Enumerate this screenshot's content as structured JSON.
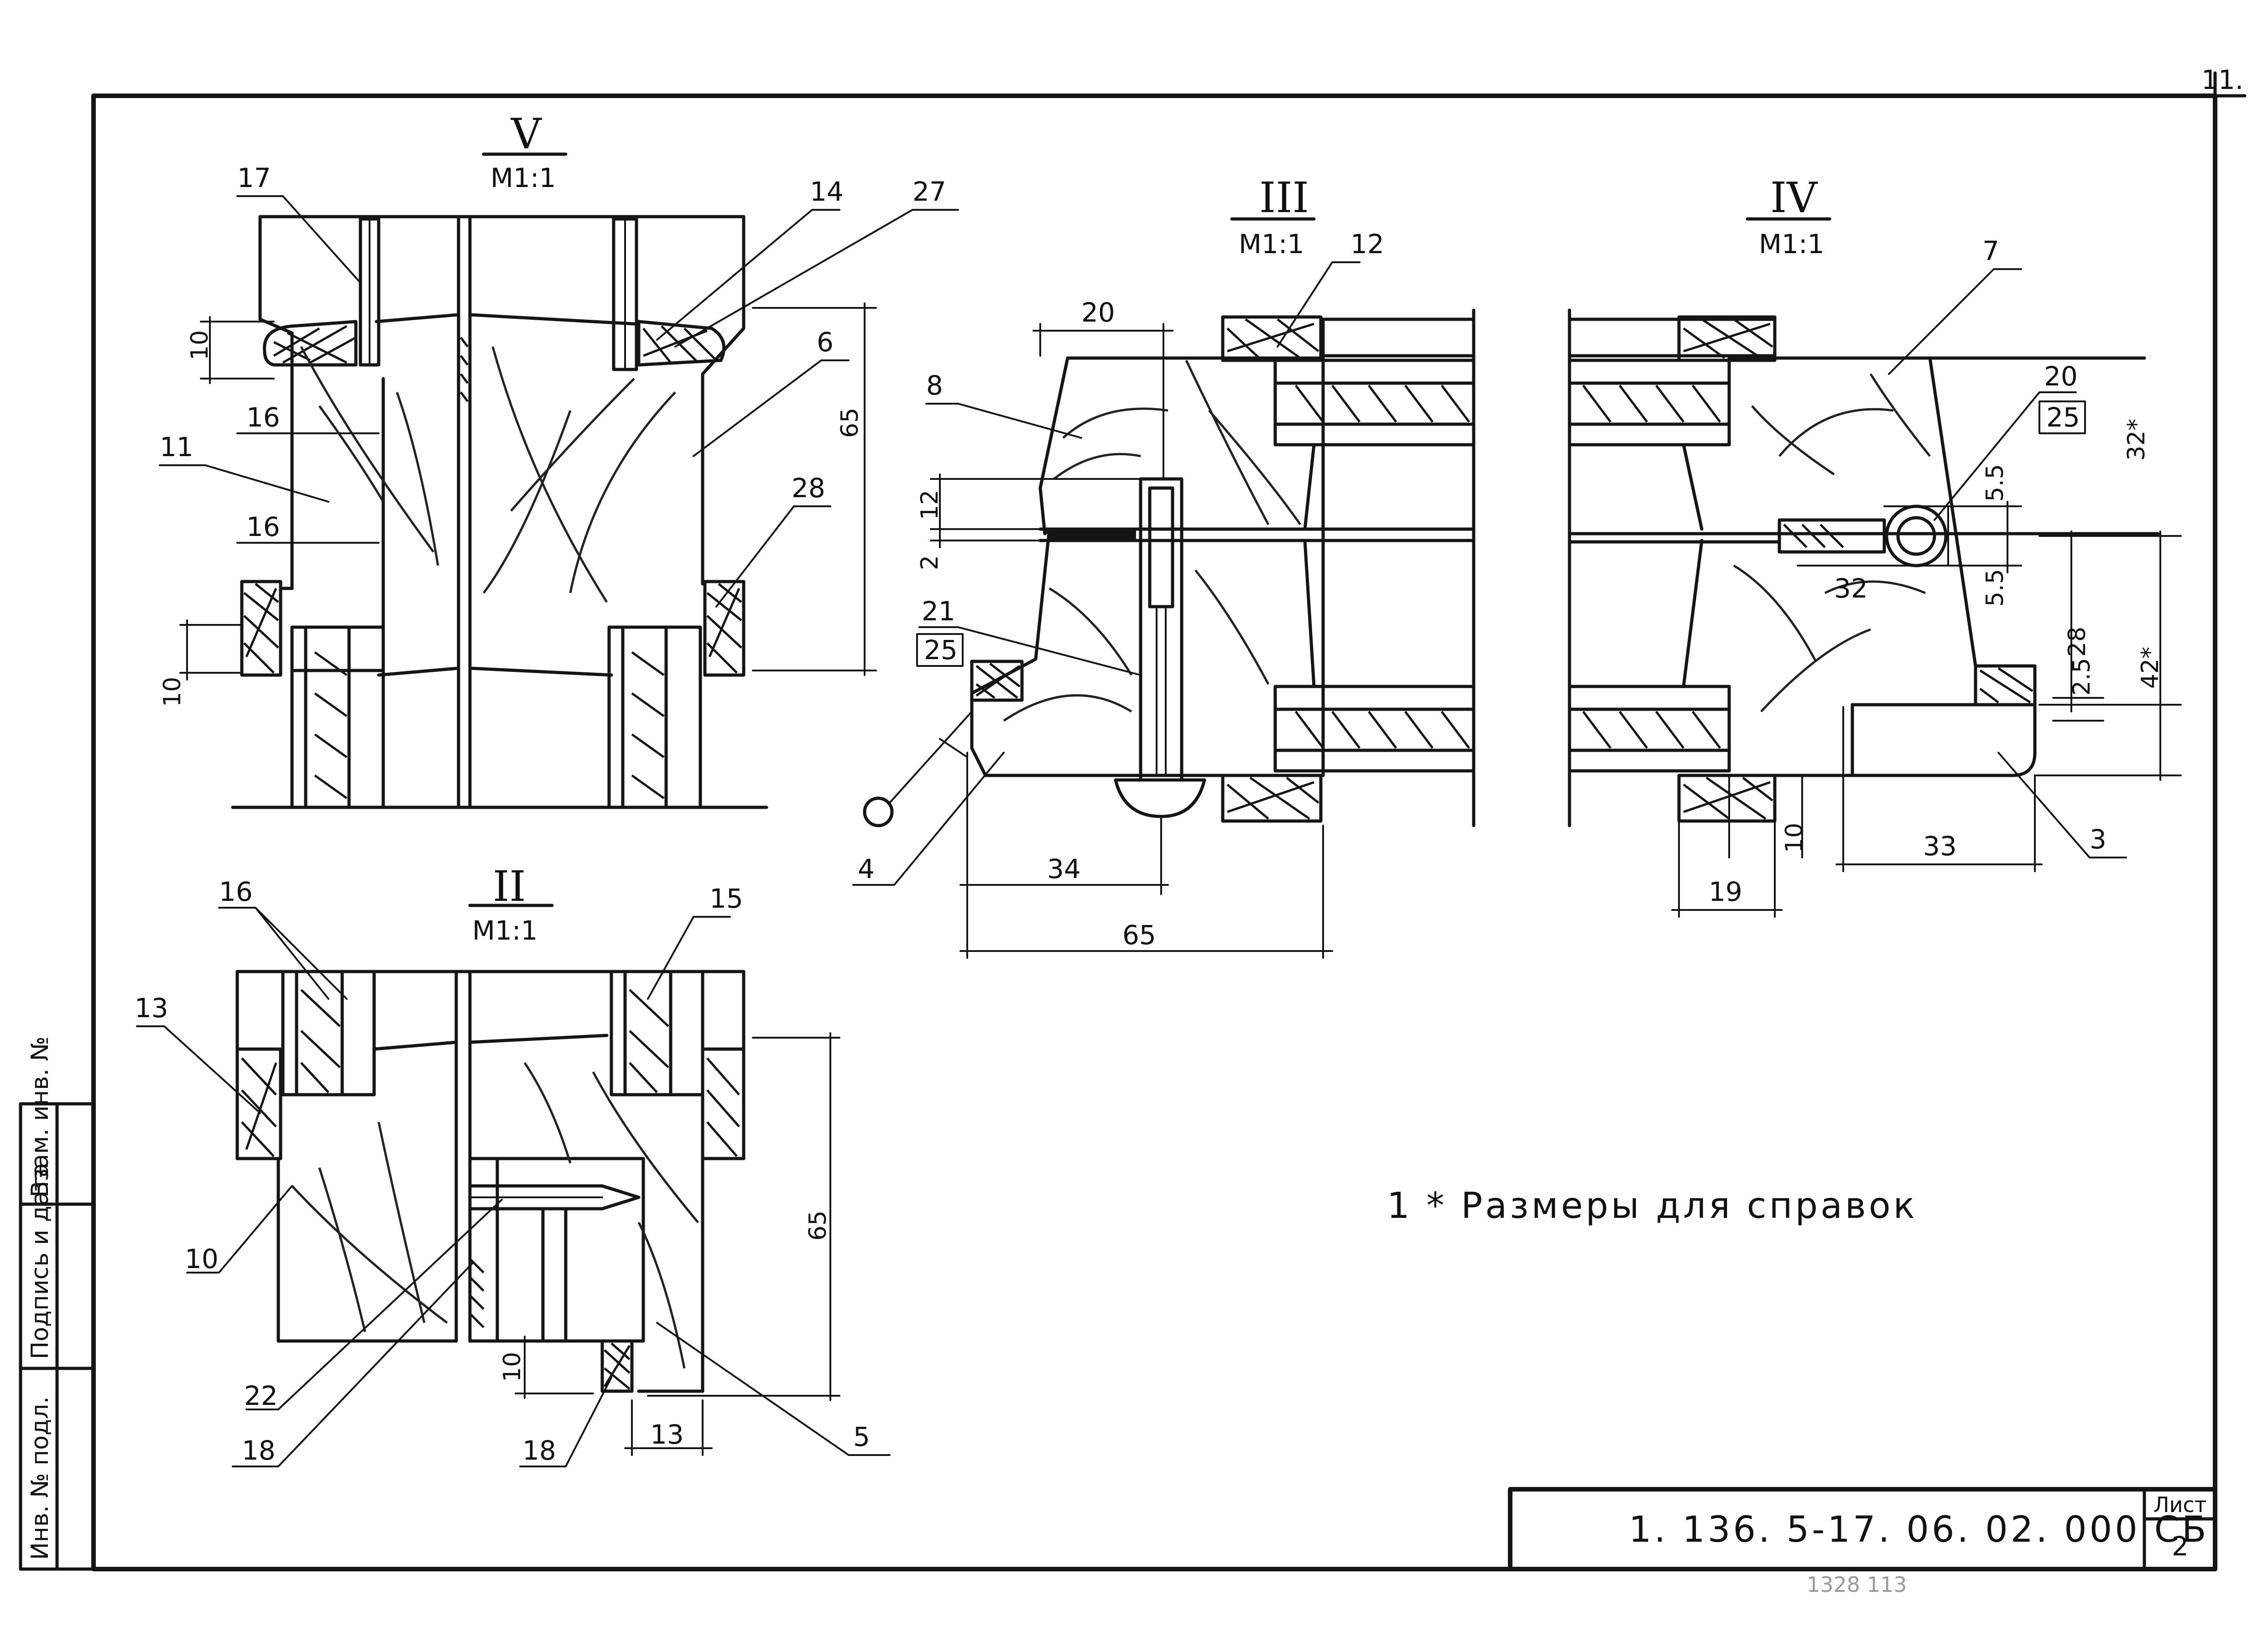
{
  "sheet": {
    "top_corner_mark": "11.",
    "note": "1 * Размеры для справок",
    "doc_code": "1. 136. 5-17. 06. 02. 000 СБ",
    "sheet_label": "Лист",
    "sheet_number": "2",
    "faint_number": "1328   113",
    "side_stamp": [
      "Инв. № подл.",
      "Подпись и дата",
      "Взам. инв. №"
    ]
  },
  "views": {
    "V": {
      "title": "V",
      "scale": "M1:1",
      "callouts": [
        "17",
        "14",
        "27",
        "6",
        "11",
        "28",
        "16",
        "16"
      ],
      "dims": [
        "10",
        "65",
        "10"
      ]
    },
    "III": {
      "title": "III",
      "scale": "M1:1",
      "callouts": [
        "12",
        "8",
        "21",
        "4"
      ],
      "boxed": [
        "25"
      ],
      "dims": [
        "20",
        "12",
        "2",
        "34",
        "65"
      ]
    },
    "IV": {
      "title": "IV",
      "scale": "M1:1",
      "callouts": [
        "7",
        "20",
        "3"
      ],
      "boxed": [
        "25"
      ],
      "dims": [
        "32*",
        "5.5",
        "32",
        "5.5",
        "28",
        "42*",
        "2.5",
        "10",
        "33",
        "19"
      ]
    },
    "II": {
      "title": "II",
      "scale": "M1:1",
      "callouts": [
        "16",
        "15",
        "13",
        "10",
        "22",
        "18",
        "18",
        "5"
      ],
      "dims": [
        "65",
        "10",
        "13"
      ]
    }
  }
}
